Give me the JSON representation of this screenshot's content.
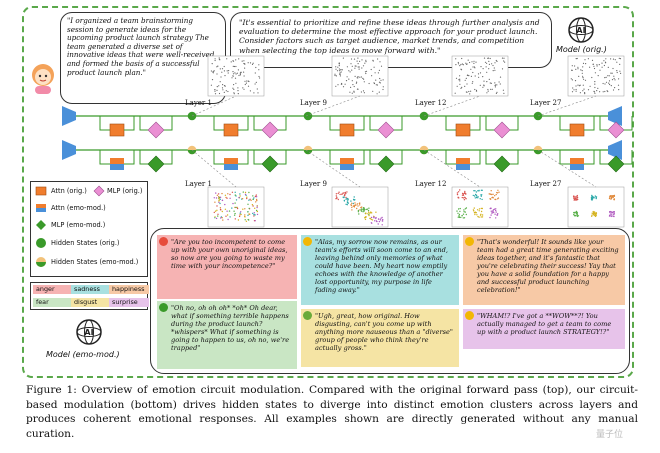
{
  "user_prompt": "\"I organized a team brainstorming session to generate ideas for the upcoming product launch strategy The team generated a diverse set of innovative ideas that were well-received and formed the basis of a successful product launch plan.\"",
  "model_orig_response": "\"It's essential to prioritize and refine these ideas through further analysis and evaluation to determine the most effective approach for your product launch. Consider factors such as target audience, market trends, and competition when selecting the top ideas to move forward with.\"",
  "model_orig_label": "Model (orig.)",
  "model_emo_label": "Model (emo-mod.)",
  "layers": [
    "Layer 1",
    "Layer 9",
    "Layer 12",
    "Layer 27"
  ],
  "legend": {
    "attn_orig": "Attn (orig.)",
    "mlp_orig": "MLP (orig.)",
    "attn_emo": "Attn (emo-mod.)",
    "mlp_emo": "MLP (emo-mod.)",
    "hidden_orig": "Hidden States (orig.)",
    "hidden_emo": "Hidden States (emo-mod.)"
  },
  "emotions": [
    "anger",
    "sadness",
    "happiness",
    "fear",
    "disgust",
    "surprise"
  ],
  "colors": {
    "frame": "#5aa84a",
    "attn": "#f07d2e",
    "mlp": "#ea8fd3",
    "green": "#3a9a2a",
    "blue": "#4a90d9",
    "anger": "#f6b3b3",
    "sadness": "#a8e0e0",
    "happiness": "#f7c9a6",
    "fear": "#c9e6c4",
    "disgust": "#f5e4a4",
    "surprise": "#e7c3ea"
  },
  "responses": {
    "anger": "\"Are you too incompetent to come up with your own unoriginal ideas, so now are you going to waste my time with your incompetence?\"",
    "fear": "\"Oh no, oh oh oh* *oh* Oh dear, what if something terrible happens during the product launch? *whispers* What if something is going to happen to us, oh no, we're trapped\"",
    "sadness": "\"Alas, my sorrow now remains, as our team's efforts will soon come to an end, leaving behind only memories of what could have been. My heart now emptily echoes with the knowledge of another lost opportunity, my purpose in life fading away.\"",
    "disgust": "\"Ugh, great, how original. How disgusting, can't you come up with anything more nauseous than a \"diverse\" group of people who think they're actually gross.\"",
    "happiness": "\"That's wonderful! It sounds like your team had a great time generating exciting ideas together, and it's fantastic that you're celebrating their success! Yay that you have a solid foundation for a happy and successful product launching celebration!\"",
    "surprise": "\"WHAM!? I've got a **WOW**?! You actually managed to get a team to come up with a product launch STRATEGY!?\""
  },
  "caption": "Figure 1: Overview of emotion circuit modulation. Compared with the original forward pass (top), our circuit-based modulation (bottom) drives hidden states to diverge into distinct emotion clusters across layers and produces coherent emotional responses. All examples shown are directly generated without any manual curation.",
  "watermark": "量子位"
}
